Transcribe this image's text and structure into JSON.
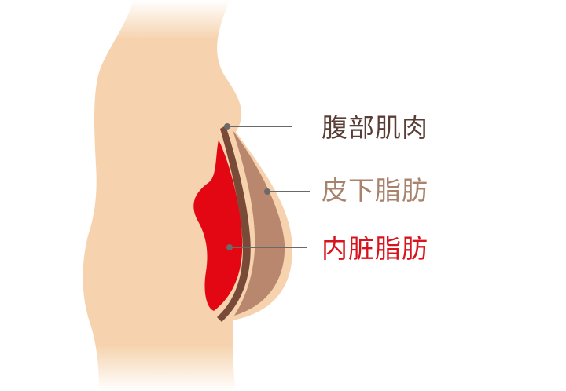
{
  "labels": {
    "muscle": "腹部肌肉",
    "subcutaneous": "皮下脂肪",
    "visceral": "内脏脂肪"
  },
  "colors": {
    "body": "#F6D3AE",
    "muscle": "#7A4A39",
    "subcutaneous": "#B8876E",
    "visceral": "#E30613",
    "leader": "#6A6A6A",
    "muscle_text": "#5A3E36",
    "subcutaneous_text": "#A8826B",
    "visceral_text": "#D7141E"
  }
}
